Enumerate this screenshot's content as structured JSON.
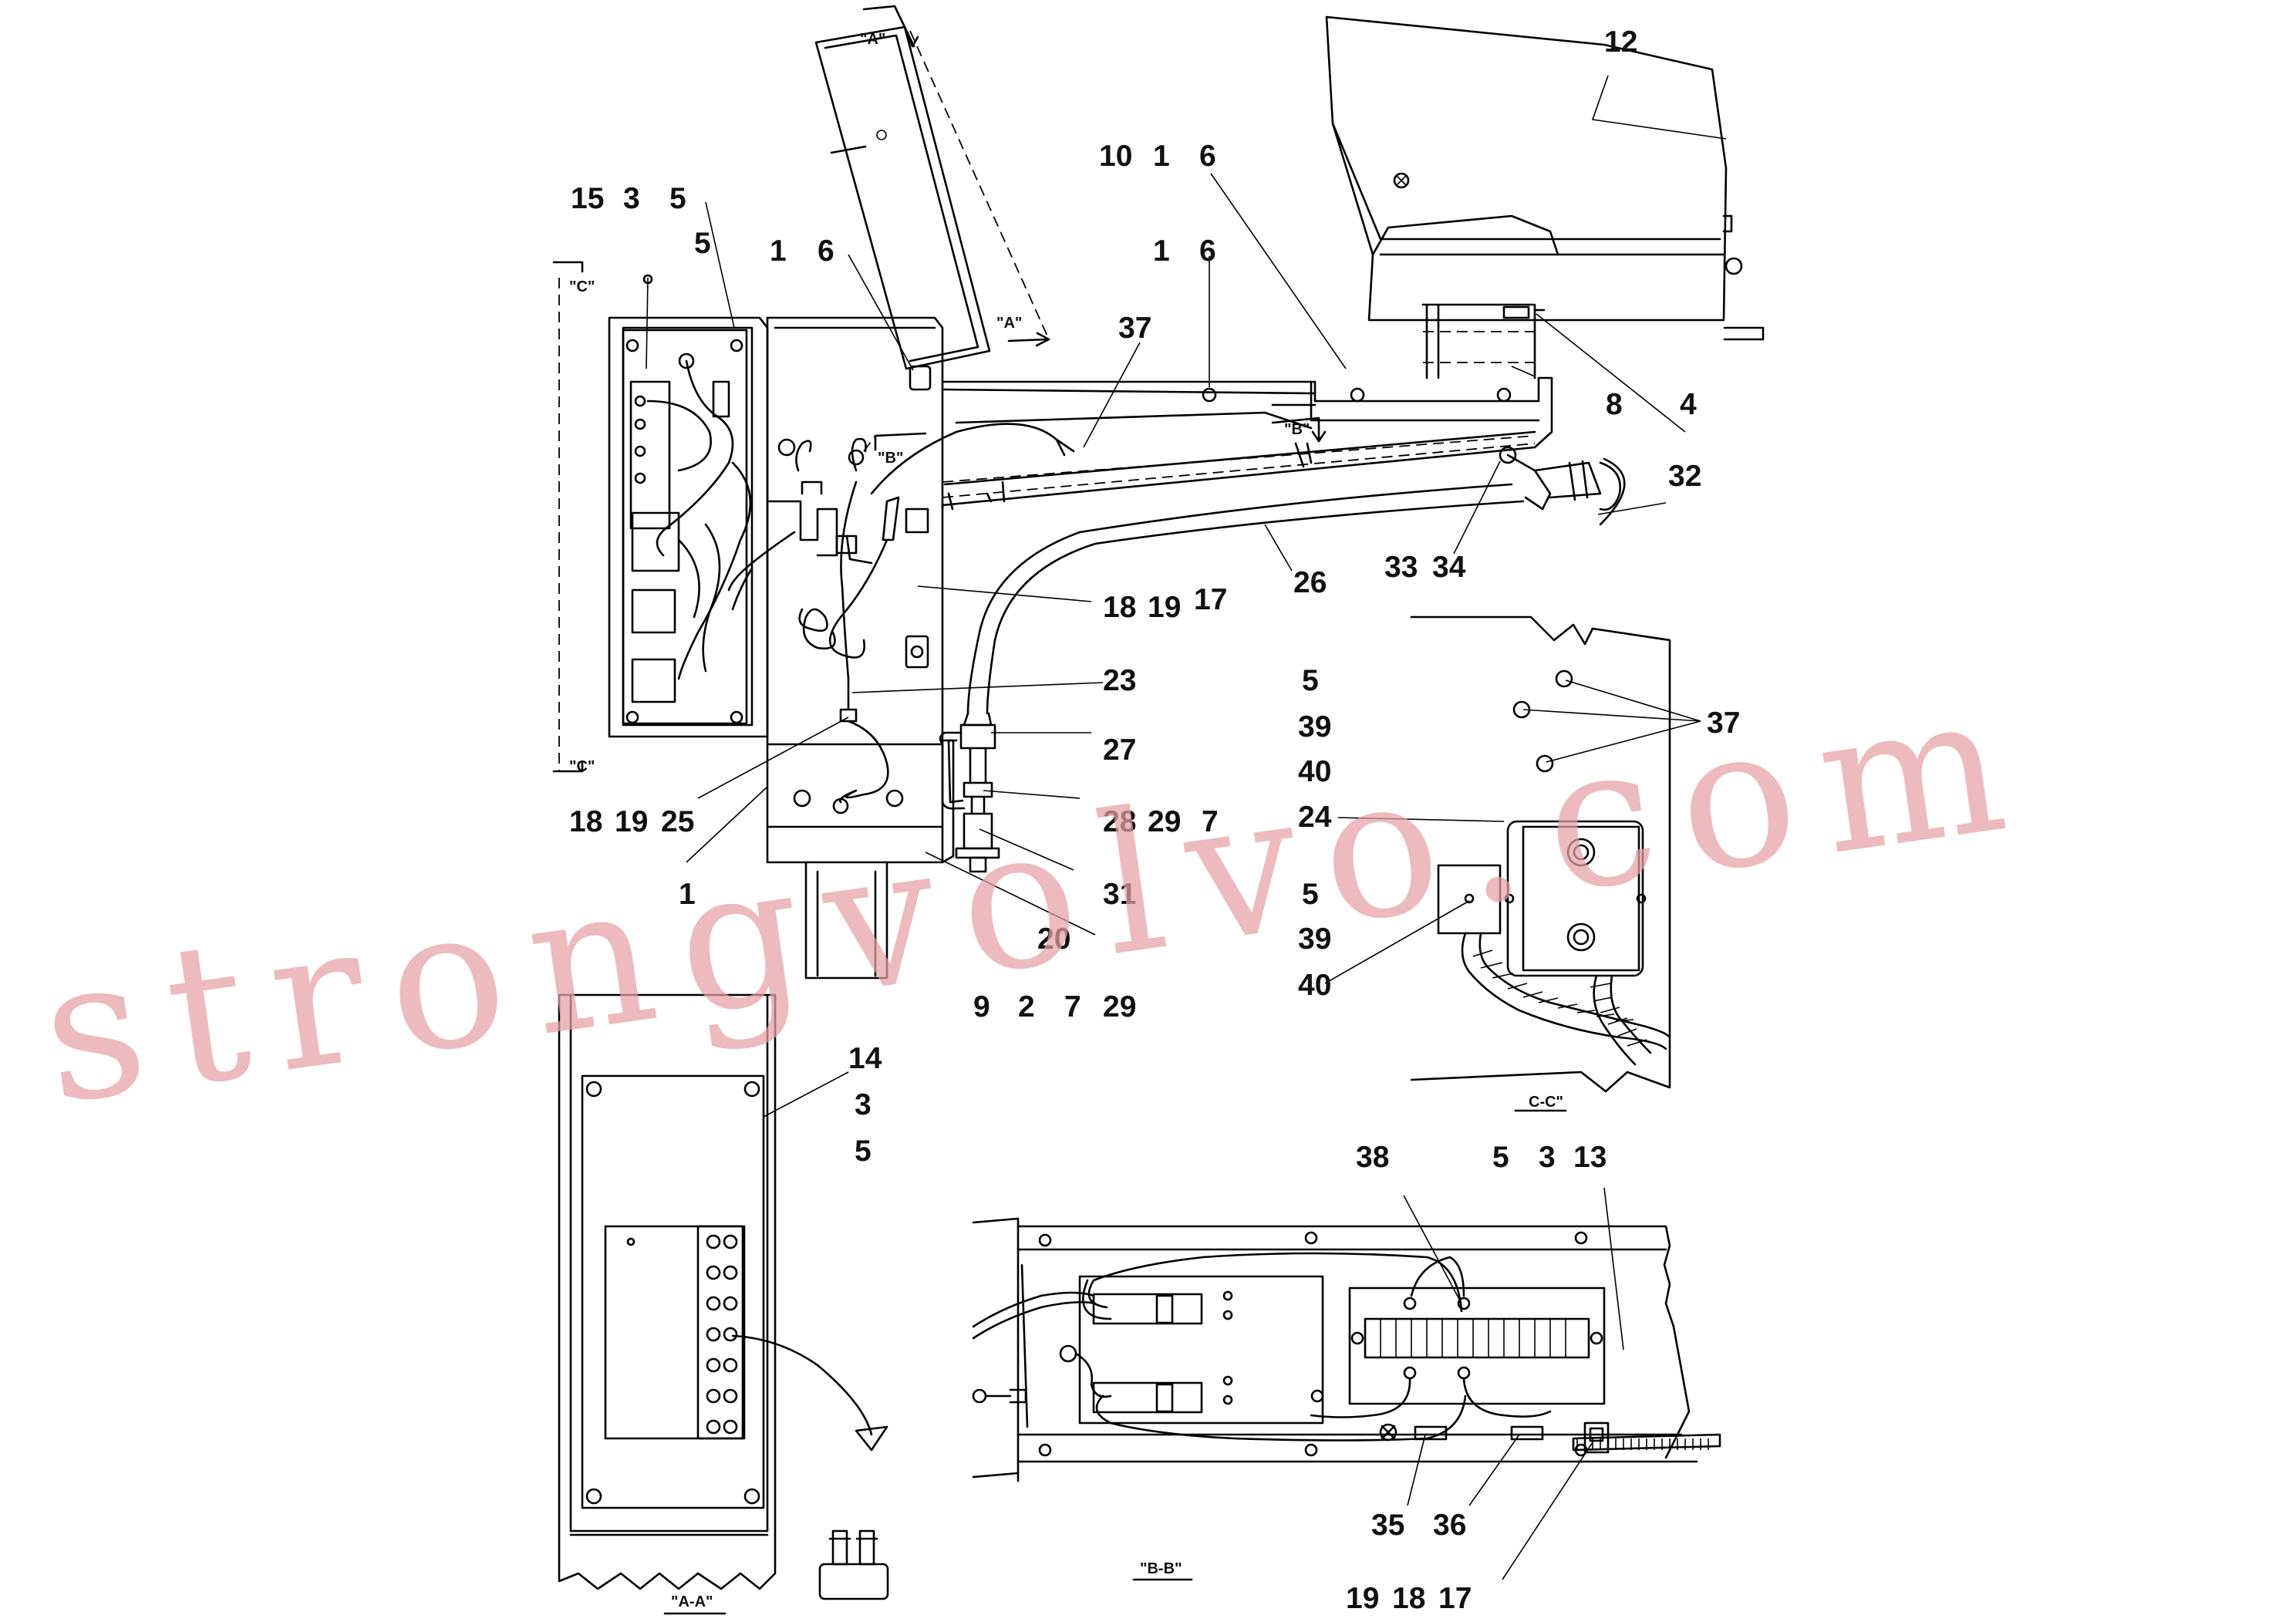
{
  "watermark": "strongvolvo.com",
  "view_labels": {
    "a_top": "\"A\"",
    "a_side": "\"A\"",
    "b_top": "\"B\"",
    "b_side": "\"B\"",
    "c_top": "\"C\"",
    "c_bottom": "\"C\"",
    "aa": "\"A-A\"",
    "bb": "\"B-B\"",
    "cc": "C-C\""
  },
  "callouts": {
    "c12": "12",
    "c10": "10",
    "c1a": "1",
    "c6a": "6",
    "c15": "15",
    "c3a": "3",
    "c5a": "5",
    "c5b": "5",
    "c1b": "1",
    "c6b": "6",
    "c1c": "1",
    "c6c": "6",
    "c37a": "37",
    "c8": "8",
    "c4": "4",
    "c32": "32",
    "c33": "33",
    "c34": "34",
    "c26": "26",
    "c18a": "18",
    "c19a": "19",
    "c17a": "17",
    "c23": "23",
    "c5c": "5",
    "c39a": "39",
    "c40a": "40",
    "c24": "24",
    "c37b": "37",
    "c27": "27",
    "c28": "28",
    "c29a": "29",
    "c7a": "7",
    "c18b": "18",
    "c19b": "19",
    "c25": "25",
    "c1d": "1",
    "c31": "31",
    "c5d": "5",
    "c39b": "39",
    "c40b": "40",
    "c20": "20",
    "c9": "9",
    "c2": "2",
    "c7b": "7",
    "c29b": "29",
    "c14": "14",
    "c3b": "3",
    "c5e": "5",
    "c38": "38",
    "c5f": "5",
    "c3c": "3",
    "c13": "13",
    "c35": "35",
    "c36": "36",
    "c19c": "19",
    "c18c": "18",
    "c17b": "17"
  }
}
